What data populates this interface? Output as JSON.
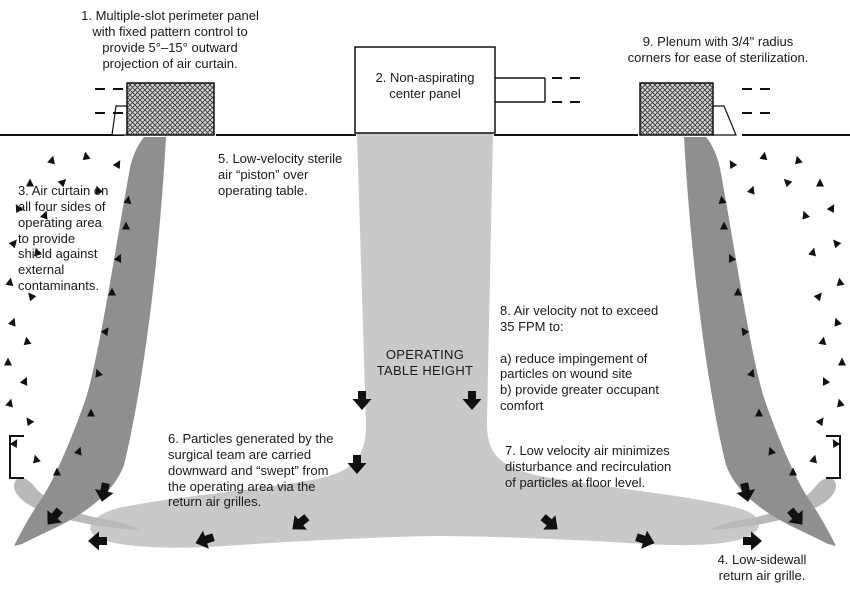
{
  "diagram": {
    "labels": {
      "l1": "1. Multiple-slot perimeter panel\nwith fixed pattern control to\nprovide 5°–15° outward\nprojection of air curtain.",
      "l2": "2. Non-aspirating\ncenter panel",
      "l3": "3. Air curtain on\nall four sides of\noperating area\nto provide\nshield against\nexternal\ncontaminants.",
      "l4": "4. Low-sidewall\nreturn air grille.",
      "l5": "5. Low-velocity sterile\nair “piston” over\noperating table.",
      "l6": "6. Particles generated by the\nsurgical team are carried\ndownward and “swept” from\nthe operating area via the\nreturn air grilles.",
      "l7": "7. Low velocity air minimizes\ndisturbance and recirculation\nof particles at floor level.",
      "l8": "8. Air velocity not to exceed\n35 FPM to:\n\na) reduce impingement of\nparticles on wound site\nb) provide greater occupant\ncomfort",
      "l9": "9. Plenum with 3/4\" radius\ncorners for ease of sterilization.",
      "table_height": "OPERATING\nTABLE HEIGHT"
    },
    "colors": {
      "ink": "#111111",
      "air_column": "#c9c9c9",
      "air_curtain": "#8f8f8f",
      "floor_curl": "#b9b9b9",
      "panel_fill": "#d6d6d6"
    }
  }
}
